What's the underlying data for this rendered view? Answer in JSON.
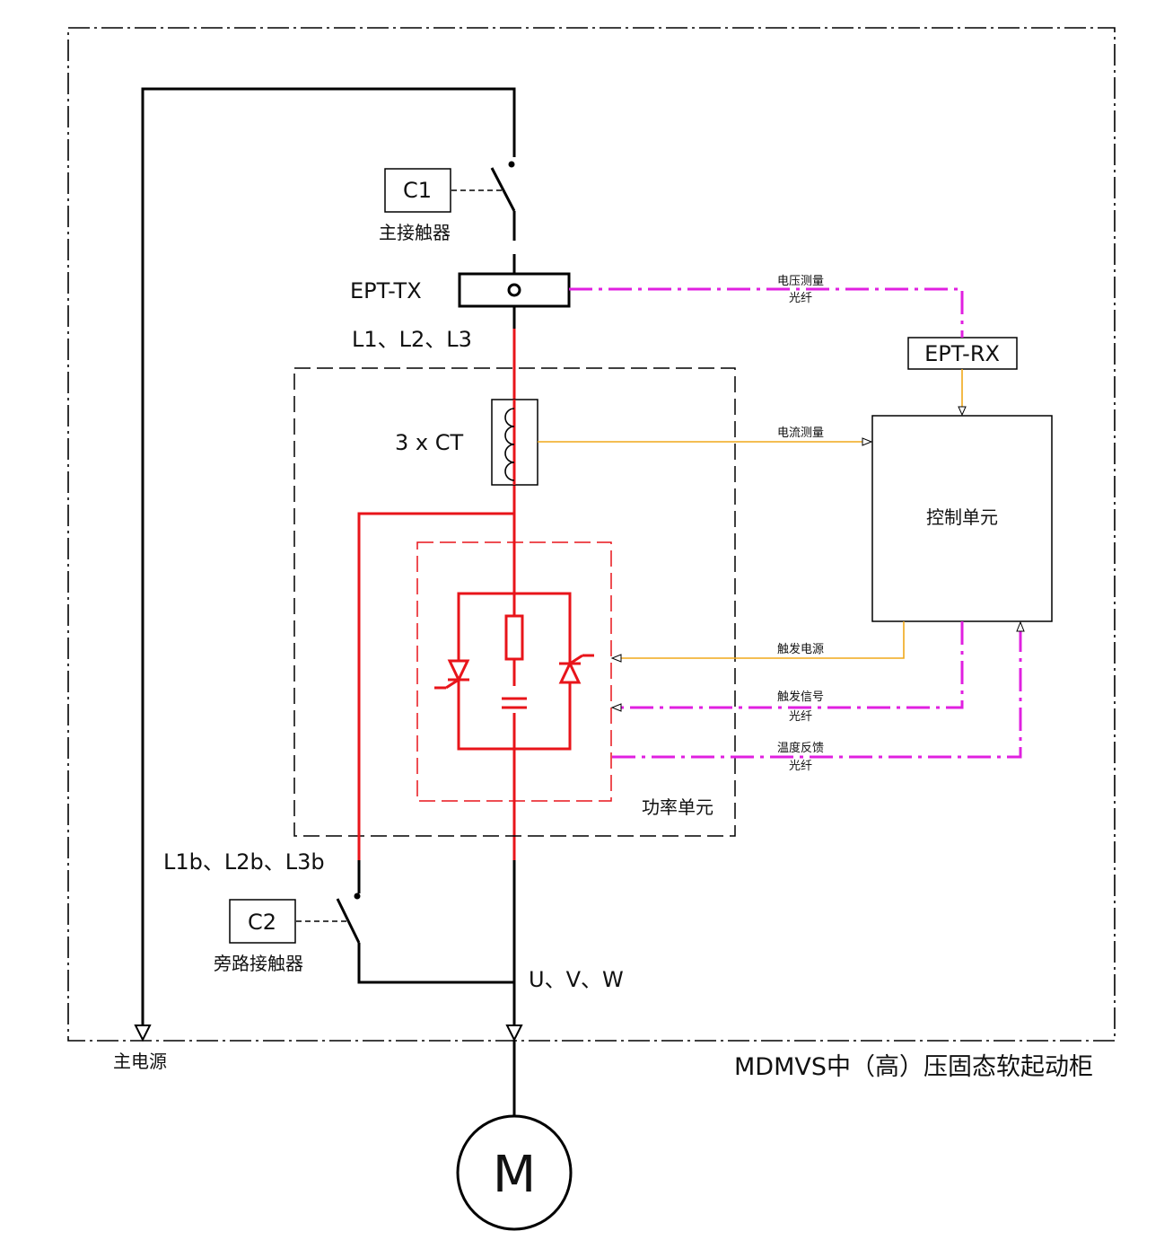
{
  "colors": {
    "power_line": "#000000",
    "thyristor_line": "#e8141a",
    "fiber": "#e020e0",
    "signal": "#f0a81a",
    "border": "#000000"
  },
  "cabinet_title": "MDMVS中（高）压固态软起动柜",
  "main_power_label": "主电源",
  "c1": {
    "box_label": "C1",
    "caption": "主接触器"
  },
  "c2": {
    "box_label": "C2",
    "caption": "旁路接触器"
  },
  "ept_tx_label": "EPT-TX",
  "ept_rx_label": "EPT-RX",
  "line_labels": {
    "input": "L1、L2、L3",
    "bypass": "L1b、L2b、L3b",
    "output": "U、V、W"
  },
  "ct_label": "3 x CT",
  "power_unit_label": "功率单元",
  "control_unit_label": "控制单元",
  "signals": {
    "voltage_measure": {
      "line1": "电压测量",
      "line2": "光纤"
    },
    "current_measure": "电流测量",
    "trigger_power": "触发电源",
    "trigger_signal": {
      "line1": "触发信号",
      "line2": "光纤"
    },
    "temp_feedback": {
      "line1": "温度反馈",
      "line2": "光纤"
    }
  },
  "motor_label": "M",
  "icons": [
    "contactor-switch-icon",
    "current-transformer-icon",
    "thyristor-icon",
    "resistor-icon",
    "capacitor-icon",
    "ground-arrow-icon",
    "motor-icon"
  ]
}
